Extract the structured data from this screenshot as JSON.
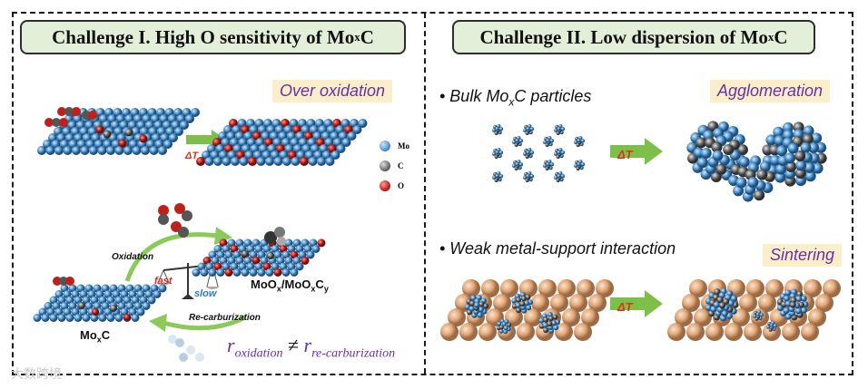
{
  "left": {
    "title": "Challenge I. High O sensitivity of Mo",
    "title_sub": "x",
    "title_end": "C",
    "over_oxidation": "Over oxidation",
    "delta_t": "ΔT",
    "legend": [
      {
        "label": "Mo",
        "color": "#4f95cf"
      },
      {
        "label": "C",
        "color": "#6a6a6a"
      },
      {
        "label": "O",
        "color": "#c0201a"
      }
    ],
    "oxidation": "Oxidation",
    "recarb": "Re-carburization",
    "fast": "fast",
    "slow": "slow",
    "mox_mo": "MoO",
    "mox_x": "x",
    "mox_mid": "/MoO",
    "mox_x2": "x",
    "mox_c": "C",
    "mox_y": "y",
    "moxc_mo": "Mo",
    "moxc_x": "x",
    "moxc_c": "C",
    "rate_r1": "r",
    "rate_sub1": "oxidation",
    "rate_neq": "≠",
    "rate_r2": "r",
    "rate_sub2": "re-carburization"
  },
  "right": {
    "title": "Challenge II. Low dispersion of Mo",
    "title_sub": "x",
    "title_end": "C",
    "bullet1_a": "• Bulk Mo",
    "bullet1_sub": "x",
    "bullet1_b": "C particles",
    "agglomeration": "Agglomeration",
    "delta_t": "ΔT",
    "bullet2": "• Weak metal-support interaction",
    "sintering": "Sintering"
  },
  "watermark": "大数跨境",
  "colors": {
    "mo": "#4f95cf",
    "carbon": "#6a6a6a",
    "oxygen": "#c0201a",
    "support": "#e2a878",
    "arrow": "#7cc04a",
    "accent": "#6b2fa8"
  }
}
